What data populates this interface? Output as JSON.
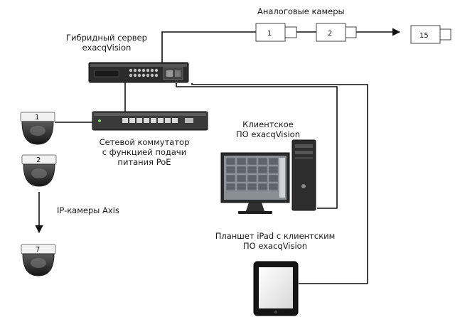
{
  "labels": {
    "analog_cameras": "Аналоговые камеры",
    "hybrid_server_line1": "Гибридный сервер",
    "hybrid_server_line2": "exacqVision",
    "switch_line1": "Сетевой коммутатор",
    "switch_line2": "с функцией подачи",
    "switch_line3": "питания PoE",
    "client_line1": "Клиентское",
    "client_line2": "ПО exacqVision",
    "ip_cameras": "IP-камеры Axis",
    "ipad_line1": "Планшет iPad с клиентским",
    "ipad_line2": "ПО exacqVision"
  },
  "analog_camera_numbers": [
    "1",
    "2",
    "15"
  ],
  "ip_camera_numbers": [
    "1",
    "2",
    "7"
  ]
}
